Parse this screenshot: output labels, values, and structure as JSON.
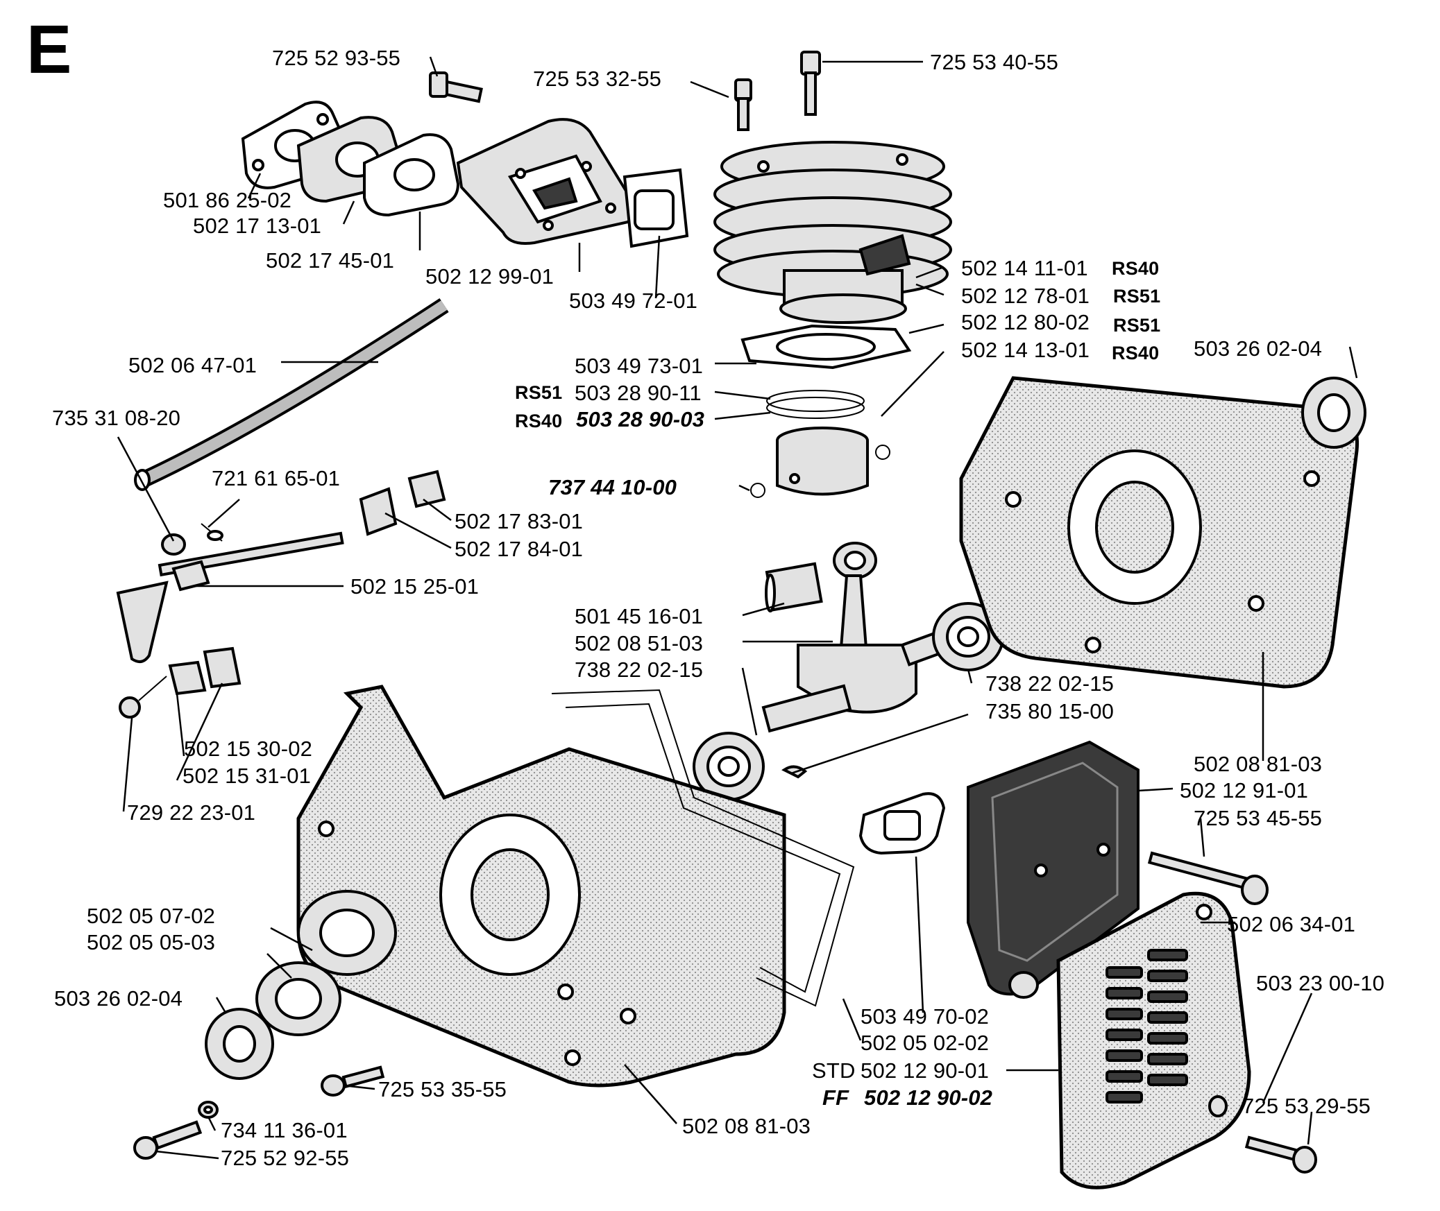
{
  "section_letter": "E",
  "labels": {
    "screw_top_left": "725 52 93-55",
    "screw_top_mid": "725 53 32-55",
    "screw_top_right": "725 53 40-55",
    "intake_gasket_1": "501 86 25-02",
    "intake_flange": "502 17 13-01",
    "intake_gasket_2": "502 17 45-01",
    "carb_holder": "502 12 99-01",
    "exhaust_gasket_top": "503 49 72-01",
    "cylinder_rs40_a": "502 14 11-01",
    "cylinder_rs40_a_tag": "RS40",
    "cylinder_rs51_a": "502 12 78-01",
    "cylinder_rs51_a_tag": "RS51",
    "cylinder_rs51_b": "502 12 80-02",
    "cylinder_rs51_b_tag": "RS51",
    "cylinder_rs40_b": "502 14 13-01",
    "cylinder_rs40_b_tag": "RS40",
    "seal_ring_right": "503 26 02-04",
    "fuel_hose": "502 06 47-01",
    "cylinder_gasket": "503 49 73-01",
    "piston_rs51": "503 28 90-11",
    "piston_rs51_tag": "RS51",
    "piston_rs40": "503 28 90-03",
    "piston_rs40_tag": "RS40",
    "circlip_part": "737 44 10-00",
    "throttle_lever": "735 31 08-20",
    "cotter_pin": "721 61 65-01",
    "bushing_1": "502 17 83-01",
    "bushing_2": "502 17 84-01",
    "throttle_rod": "502 15 25-01",
    "needle_bearing": "501 45 16-01",
    "crankshaft": "502 08 51-03",
    "ball_bearing_left": "738 22 02-15",
    "ball_bearing_right": "738 22 02-15",
    "woodruff_key": "735 80 15-00",
    "clip_a": "502 15 30-02",
    "clip_b": "502 15 31-01",
    "screw_small": "729 22 23-01",
    "crankcase_right": "502 08 81-03",
    "muffler": "502 12 91-01",
    "muffler_screw": "725 53 45-55",
    "muffler_bolt": "502 06 34-01",
    "muffler_cover": "503 23 00-10",
    "seal_plate_a": "502 05 07-02",
    "seal_plate_b": "502 05 05-03",
    "seal_ring_left": "503 26 02-04",
    "exhaust_gasket": "503 49 70-02",
    "crankcase_gasket": "502 05 02-02",
    "muffler_std_tag": "STD",
    "muffler_std": "502 12 90-01",
    "muffler_ff_tag": "FF",
    "muffler_ff": "502 12 90-02",
    "screw_crankcase": "725 53 35-55",
    "washer": "734 11 36-01",
    "screw_bottom": "725 52 92-55",
    "crankcase_left": "502 08 81-03",
    "cover_screw": "725 53 29-55"
  }
}
